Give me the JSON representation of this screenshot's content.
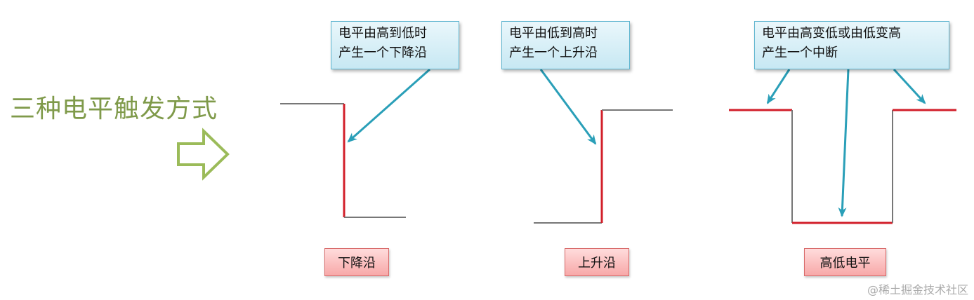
{
  "title": "三种电平触发方式",
  "colors": {
    "title": "#7f9a4a",
    "arrow": "#2a9fb8",
    "signal_edge": "#d21f2a",
    "signal_line": "#777777",
    "callout_fill": "#c7e8f3",
    "tag_fill": "#f7a8a8"
  },
  "icons": {
    "big_arrow": "hollow-right-arrow-icon"
  },
  "callouts": {
    "falling": {
      "line1": "电平由高到低时",
      "line2": "产生一个下降沿"
    },
    "rising": {
      "line1": "电平由低到高时",
      "line2": "产生一个上升沿"
    },
    "level": {
      "line1": "电平由高变低或由低变高",
      "line2": "产生一个中断"
    }
  },
  "tags": {
    "falling": "下降沿",
    "rising": "上升沿",
    "level": "高低电平"
  },
  "watermark": "@稀土掘金技术社区"
}
